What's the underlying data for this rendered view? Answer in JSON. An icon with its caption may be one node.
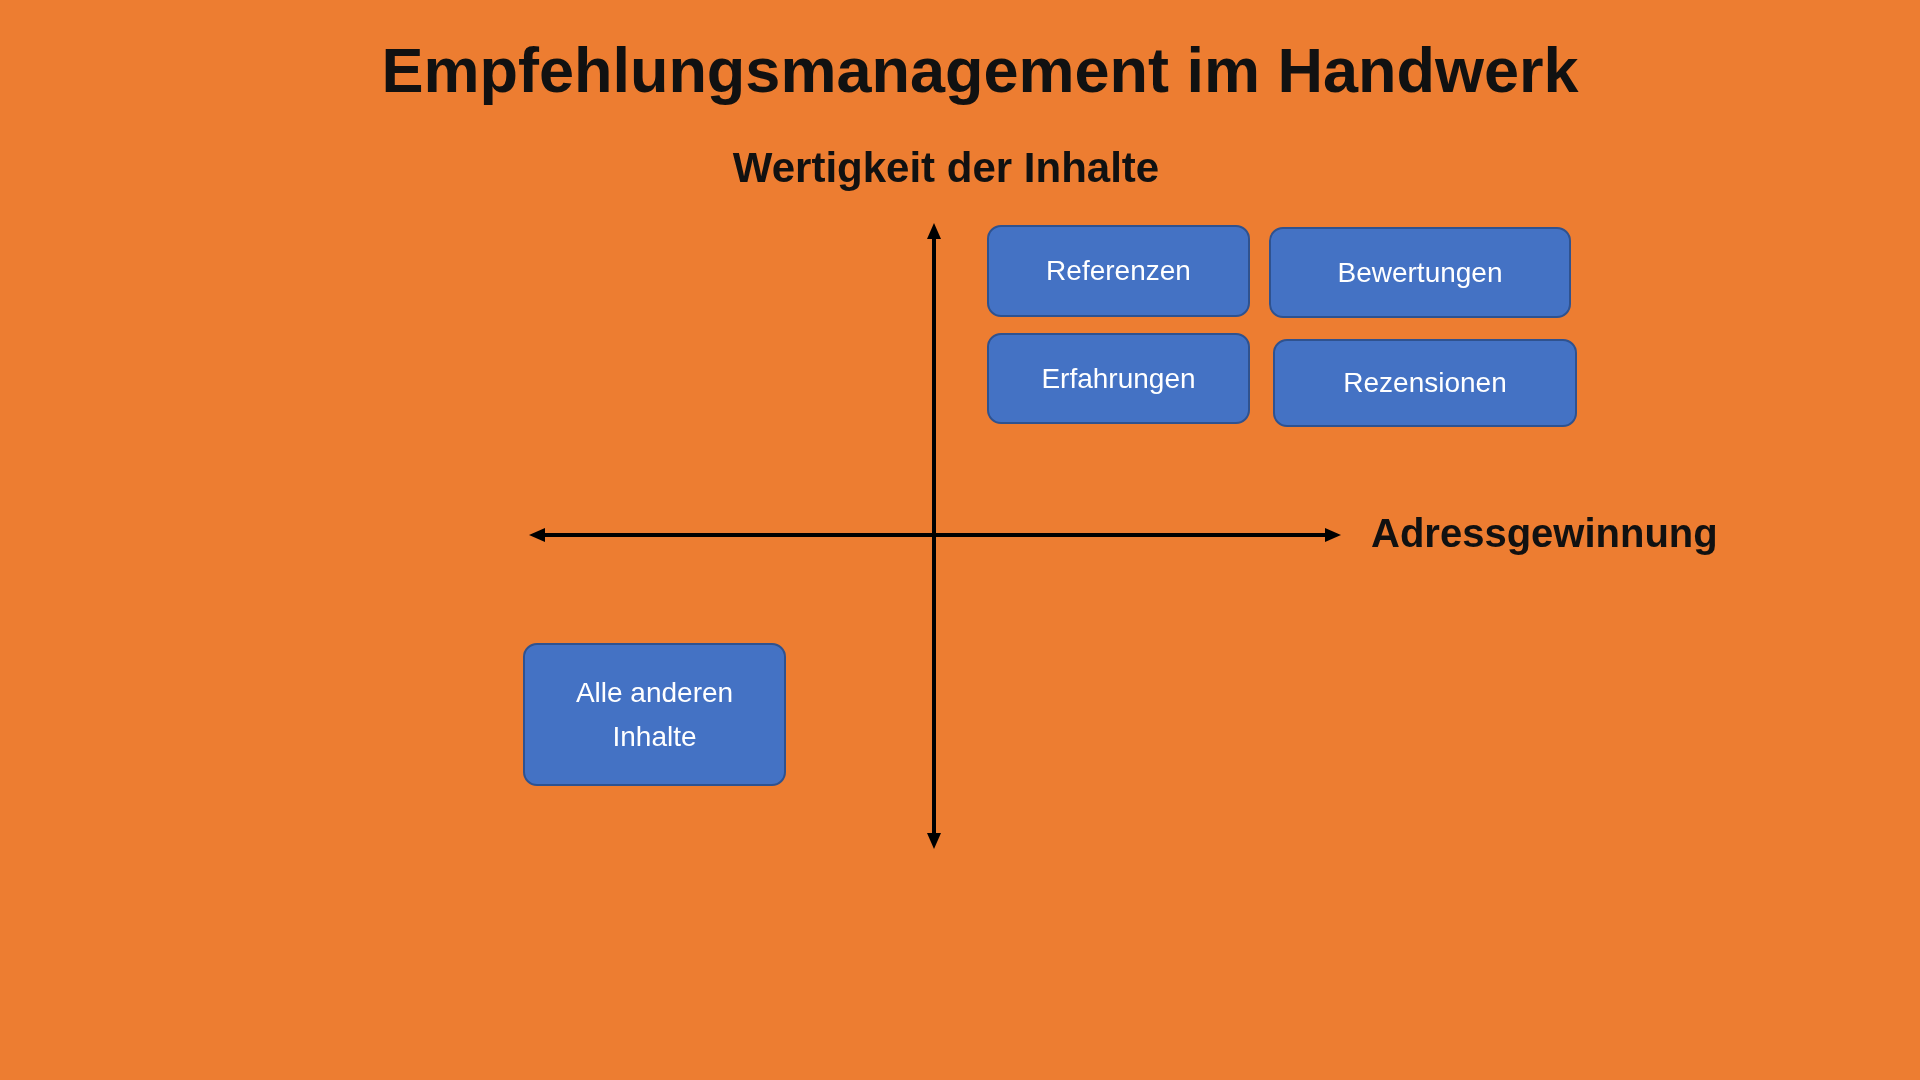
{
  "diagram": {
    "title": "Empfehlungsmanagement im Handwerk",
    "nodes": [
      {
        "text": [
          "Referenzen"
        ]
      },
      {
        "text": [
          "Bewertungen"
        ]
      },
      {
        "text": [
          "Erfahrungen"
        ]
      },
      {
        "text": [
          "Rezensionen"
        ]
      },
      {
        "text": [
          "Alle anderen Inhalte"
        ]
      }
    ],
    "labels": [
      "Wertigkeit der Inhalte",
      "Adressgewinnung"
    ]
  }
}
